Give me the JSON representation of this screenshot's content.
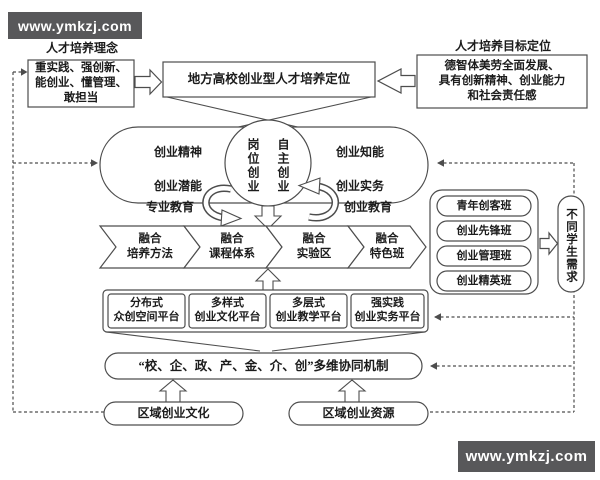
{
  "watermarks": {
    "top_left": "www.ymkzj.com",
    "bottom_right": "www.ymkzj.com"
  },
  "top_section": {
    "concept_label": "人才培养理念",
    "concept_box": "重实践、强创新、\n能创业、懂管理、\n敢担当",
    "center_box": "地方高校创业型人才培养定位",
    "goal_label": "人才培养目标定位",
    "goal_box": "德智体美劳全面发展、\n具有创新精神、创业能力\n和社会责任感"
  },
  "venn": {
    "left_top": "创业精神",
    "left_bottom": "创业潜能",
    "center_left_col": "岗位创业",
    "center_right_col": "自主创业",
    "right_top": "创业知能",
    "right_bottom": "创业实务",
    "left_label": "专业教育",
    "right_label": "创业教育"
  },
  "chevrons": [
    "融合\n培养方法",
    "融合\n课程体系",
    "融合\n实验区",
    "融合\n特色班"
  ],
  "classes": {
    "items": [
      "青年创客班",
      "创业先锋班",
      "创业管理班",
      "创业精英班"
    ],
    "target": "不同学生需求"
  },
  "platforms": {
    "items": [
      "分布式\n众创空间平台",
      "多样式\n创业文化平台",
      "多层式\n创业教学平台",
      "强实践\n创业实务平台"
    ]
  },
  "mechanism": "“校、企、政、产、金、介、创”多维协同机制",
  "bottom_row": {
    "left": "区域创业文化",
    "right": "区域创业资源"
  },
  "colors": {
    "line": "#4d4d4d",
    "text": "#1c1c1c",
    "watermark_bg": "#58585a",
    "watermark_text": "#ffffff"
  }
}
